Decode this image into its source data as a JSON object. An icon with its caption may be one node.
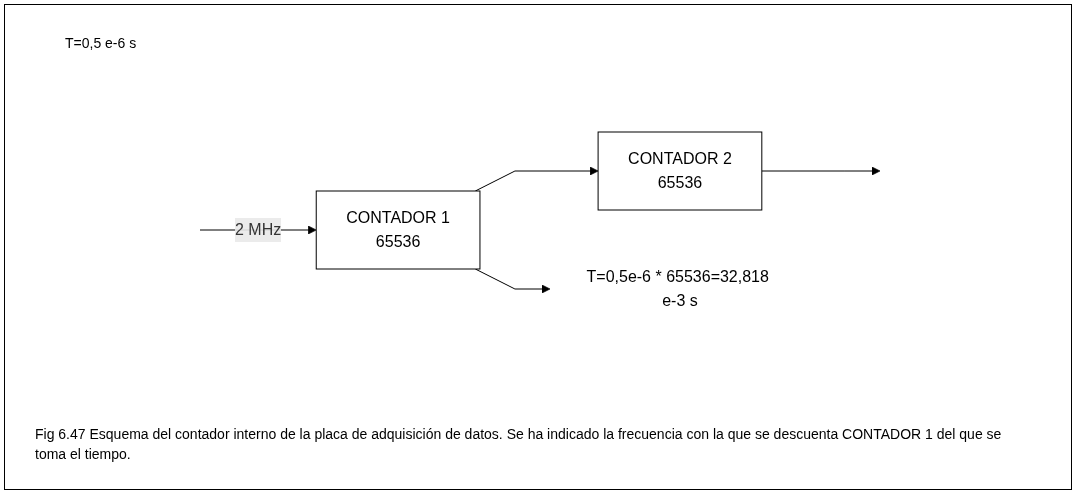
{
  "diagram": {
    "caption": "Fig 6.47 Esquema del contador interno de la placa de adquisición de datos. Se ha indicado la frecuencia con la que se descuenta CONTADOR 1 del que se toma el tiempo.",
    "nodes": [
      {
        "text": [
          "CONTADOR 1",
          "65536"
        ]
      },
      {
        "text": [
          "CONTADOR 2",
          "65536"
        ]
      },
      {
        "text": [
          "T=0,5e-6 * 65536=32,818 e-3 s"
        ]
      }
    ],
    "edges": [
      {
        "from": null,
        "to": 0,
        "arrow": "to",
        "label": "2 MHz"
      },
      {
        "from": 0,
        "to": 1,
        "arrow": "to"
      },
      {
        "from": 0,
        "to": 2,
        "arrow": "to"
      },
      {
        "from": 1,
        "to": null,
        "arrow": "to"
      }
    ],
    "labels": [
      "T=0,5 e-6 s"
    ]
  }
}
